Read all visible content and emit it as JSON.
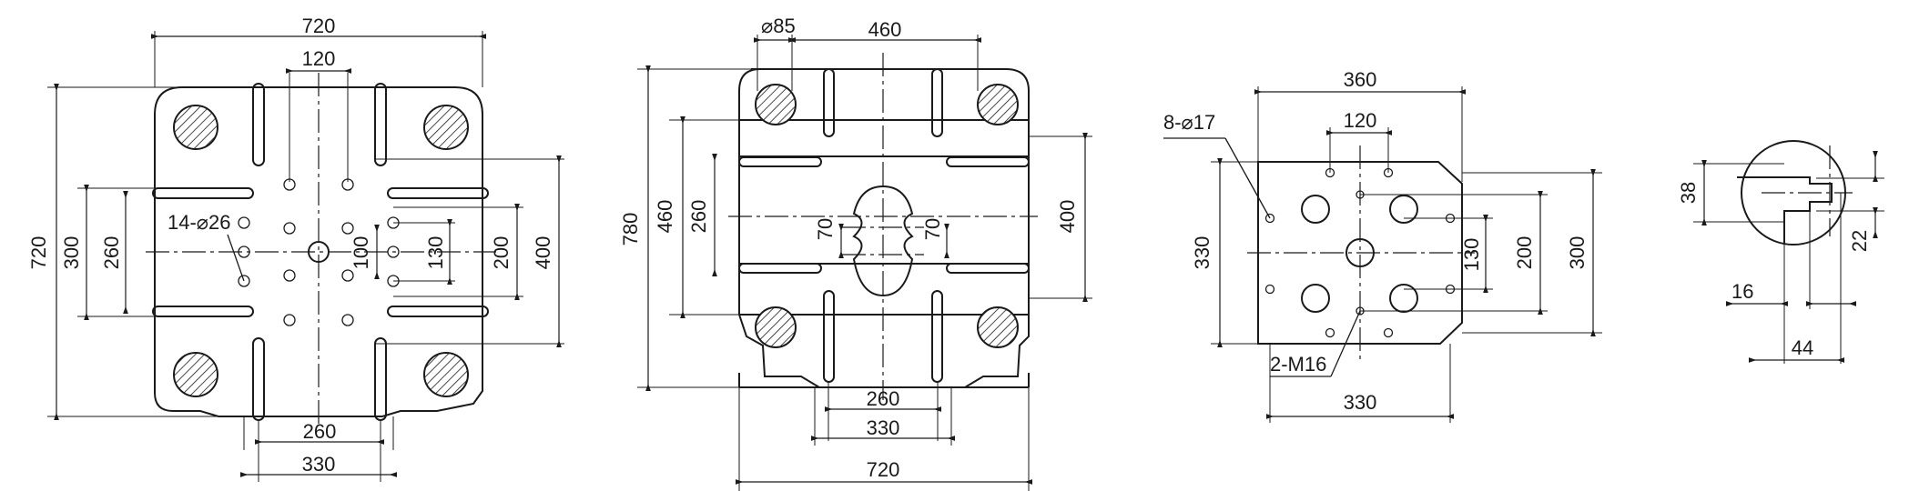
{
  "view1": {
    "width": "720",
    "inner": "120",
    "height": "720",
    "v300": "300",
    "v260": "260",
    "holes": "14-⌀26",
    "v100": "100",
    "v130": "130",
    "v200": "200",
    "v400": "400",
    "bottom260": "260",
    "bottom330": "330"
  },
  "view2": {
    "hole": "⌀85",
    "top460": "460",
    "height": "780",
    "v460": "460",
    "v260": "260",
    "slot70a": "70",
    "slot70b": "70",
    "v400": "400",
    "bottom260": "260",
    "bottom330": "330",
    "bottom720": "720"
  },
  "view3": {
    "top360": "360",
    "top120": "120",
    "holes": "8-⌀17",
    "left330": "330",
    "v130": "130",
    "v200": "200",
    "v300": "300",
    "threads": "2-M16",
    "bottom330": "330"
  },
  "view4": {
    "v38": "38",
    "v22": "22",
    "h16": "16",
    "h44": "44"
  }
}
